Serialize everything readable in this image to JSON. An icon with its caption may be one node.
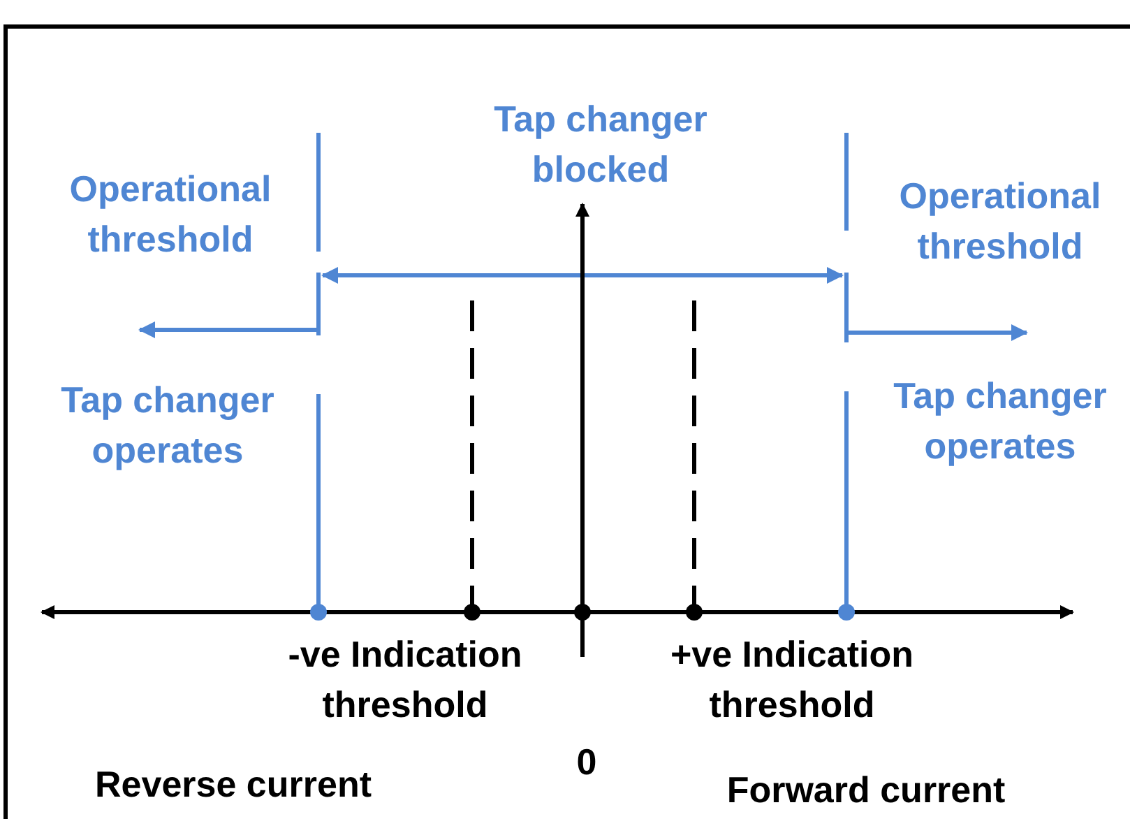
{
  "diagram": {
    "labels": [
      "Tap changer blocked",
      "Operational threshold",
      "Operational threshold",
      "Tap changer operates",
      "Tap changer operates",
      "-ve Indication threshold",
      "+ve Indication threshold",
      "0",
      "Reverse current",
      "Forward current"
    ]
  }
}
